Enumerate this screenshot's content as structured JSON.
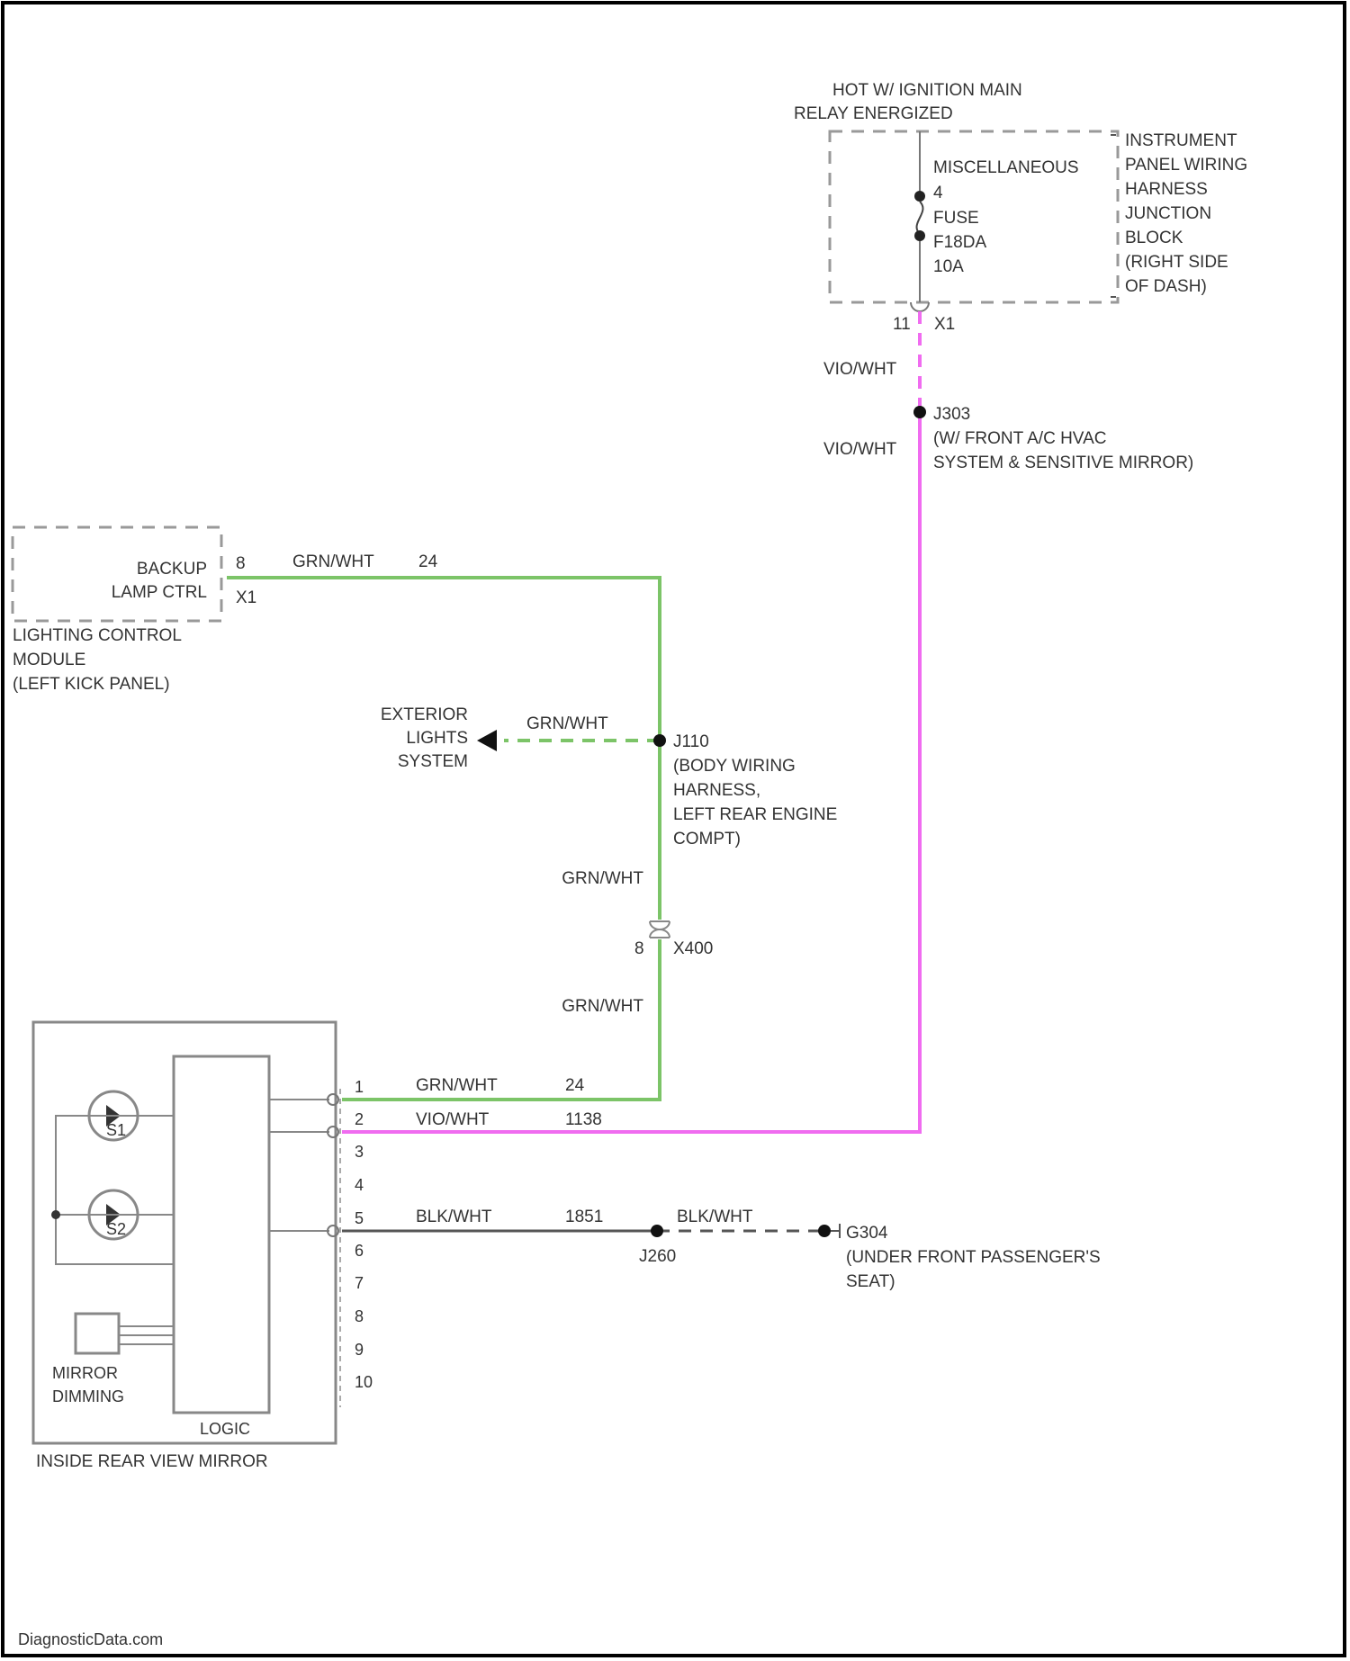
{
  "colors": {
    "green_wire": "#7cc468",
    "violet_wire": "#f06cf0",
    "black_wire": "#555555",
    "border": "#000000",
    "text": "#333333",
    "dashed_box": "#999999"
  },
  "power": {
    "header_line1": "HOT W/ IGNITION MAIN",
    "header_line2": "RELAY ENERGIZED",
    "fuse_lines": [
      "MISCELLANEOUS",
      "4",
      "FUSE",
      "F18DA",
      "10A"
    ],
    "junction_block_lines": [
      "INSTRUMENT",
      "PANEL WIRING",
      "HARNESS",
      "JUNCTION",
      "BLOCK",
      "(RIGHT SIDE",
      "OF DASH)"
    ],
    "pin": "11",
    "connector": "X1"
  },
  "splice_j303": {
    "wire_upper": "VIO/WHT",
    "wire_lower": "VIO/WHT",
    "lines": [
      "J303",
      "(W/ FRONT A/C HVAC",
      "SYSTEM & SENSITIVE MIRROR)"
    ]
  },
  "lighting_module": {
    "function_lines": [
      "BACKUP",
      "LAMP CTRL"
    ],
    "pin": "8",
    "connector": "X1",
    "name_lines": [
      "LIGHTING CONTROL",
      "MODULE",
      "(LEFT KICK PANEL)"
    ],
    "wire_color": "GRN/WHT",
    "circuit": "24"
  },
  "exterior_lights": {
    "lines": [
      "EXTERIOR",
      "LIGHTS",
      "SYSTEM"
    ],
    "wire_color": "GRN/WHT"
  },
  "splice_j110": {
    "lines": [
      "J110",
      "(BODY WIRING",
      "HARNESS,",
      "LEFT REAR ENGINE",
      "COMPT)"
    ],
    "wire_below": "GRN/WHT"
  },
  "inline_x400": {
    "pin": "8",
    "connector": "X400",
    "wire_below": "GRN/WHT"
  },
  "mirror": {
    "name": "INSIDE REAR VIEW MIRROR",
    "logic_label": "LOGIC",
    "dimming_lines": [
      "MIRROR",
      "DIMMING"
    ],
    "sensor1": "S1",
    "sensor2": "S2",
    "pins": [
      "1",
      "2",
      "3",
      "4",
      "5",
      "6",
      "7",
      "8",
      "9",
      "10"
    ],
    "pin1_wire": "GRN/WHT",
    "pin1_circuit": "24",
    "pin2_wire": "VIO/WHT",
    "pin2_circuit": "1138",
    "pin5_wire": "BLK/WHT",
    "pin5_circuit": "1851"
  },
  "ground": {
    "splice": "J260",
    "wire_color": "BLK/WHT",
    "name": "G304",
    "location_lines": [
      "(UNDER FRONT PASSENGER'S",
      "SEAT)"
    ]
  },
  "footer": "DiagnosticData.com"
}
